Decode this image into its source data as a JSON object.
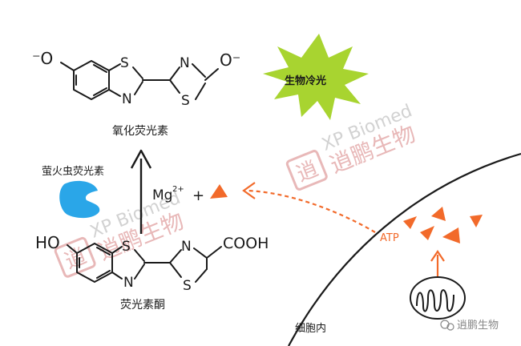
{
  "colors": {
    "ink": "#1a1a1a",
    "accent_orange": "#f26a2a",
    "burst_green": "#a8d430",
    "enzyme_blue": "#2aa6e8",
    "watermark_red": "#e8b8b8",
    "watermark_gray": "#d2d2d2"
  },
  "top_molecule": {
    "left_group": "⁻O",
    "s1": "S",
    "n1": "N",
    "n2": "N",
    "s2": "S",
    "right_group": "O⁻",
    "name": "氧化荧光素"
  },
  "light_burst": {
    "label": "生物冷光"
  },
  "enzyme": {
    "label": "萤火虫荧光素",
    "icon": "enzyme-blob"
  },
  "cofactors": {
    "mg": "Mg",
    "mg_charge": "2+",
    "plus": "+"
  },
  "bottom_molecule": {
    "left_group": "HO",
    "s1": "S",
    "n1": "N",
    "n2": "N",
    "s2": "S",
    "right_group": "COOH",
    "name": "荧光素酮"
  },
  "cell": {
    "atp_label": "ATP",
    "inside_label": "细胞内",
    "organelle_icon": "mitochondrion"
  },
  "watermark": {
    "text_en": "XP Biomed",
    "text_cn": "逍鹏生物",
    "seal": "逍"
  },
  "credit": {
    "text": "逍鹏生物"
  }
}
